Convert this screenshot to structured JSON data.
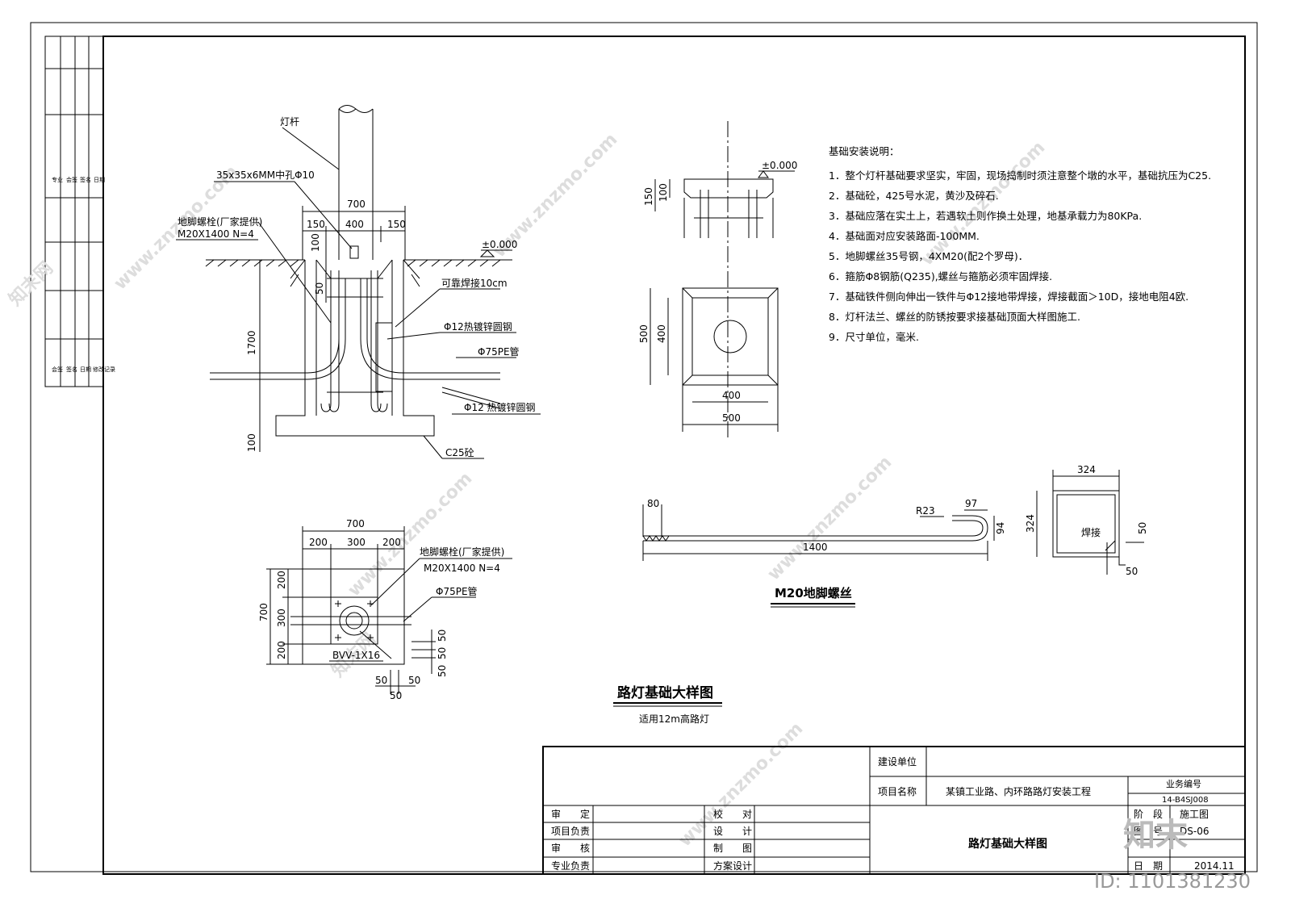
{
  "elevation": {
    "pole_label": "灯杆",
    "plate_label": "35x35x6MM中孔Φ10",
    "bolt_label": "地脚螺栓(厂家提供)",
    "bolt_spec": "M20X1400   N=4",
    "weld_label": "可靠焊接10cm",
    "steel12_label": "Φ12热镀锌圆钢",
    "pipe_label": "Φ75PE管",
    "steel12b_label": "Φ12 热镀锌圆钢",
    "concrete_label": "C25砼",
    "level_label": "±0.000",
    "dims": {
      "d700": "700",
      "d150a": "150",
      "d400": "400",
      "d150b": "150",
      "d100": "100",
      "d50": "50",
      "d1700": "1700",
      "d100b": "100"
    }
  },
  "plan": {
    "bolt_label": "地脚螺栓(厂家提供)",
    "bolt_spec": "M20X1400   N=4",
    "pipe_label": "Φ75PE管",
    "cable_label": "BVV-1X16",
    "dims": {
      "top": "700",
      "a": "200",
      "b": "300",
      "c": "200",
      "left": "700",
      "la": "200",
      "lb": "300",
      "lc": "200",
      "r1": "50",
      "r2": "50",
      "r3": "50",
      "b1": "50",
      "b2": "50",
      "b3": "50"
    }
  },
  "title_main": "路灯基础大样图",
  "title_sub": "适用12m高路灯",
  "pier": {
    "level_label": "±0.000",
    "dims": {
      "h150": "150",
      "h100": "100",
      "v500": "500",
      "v400": "400",
      "w400": "400",
      "w500": "500"
    }
  },
  "bolt_detail": {
    "title": "M20地脚螺丝",
    "dims": {
      "d80": "80",
      "r23": "R23",
      "d97": "97",
      "d94": "94",
      "d1400": "1400",
      "w324": "324",
      "h324": "324",
      "weld": "焊接",
      "d50a": "50",
      "d50b": "50"
    }
  },
  "notes": {
    "heading": "基础安装说明：",
    "items": [
      "1．整个灯杆基础要求坚实，牢固，现场捣制时须注意整个墩的水平，基础抗压为C25.",
      "2．基础砼，425号水泥，黄沙及碎石.",
      "3．基础应落在实土上，若遇软土则作换土处理，地基承载力为80KPa.",
      "4．基础面对应安装路面-100MM.",
      "5．地脚螺丝35号钢，4XM20(配2个罗母)．",
      "6．箍筋Φ8钢筋(Q235),螺丝与箍筋必须牢固焊接.",
      "7．基础铁件侧向伸出一铁件与Φ12接地带焊接，焊接截面＞10D，接地电阻4欧.",
      "8．灯杆法兰、螺丝的防锈按要求接基础顶面大样图施工.",
      "9．尺寸单位，毫米."
    ]
  },
  "side_strip": {
    "top_chars": [
      "专业",
      "会签",
      "签名",
      "日期"
    ],
    "bottom_chars": [
      "会签",
      "签名",
      "日期",
      "修改记录"
    ]
  },
  "title_block": {
    "client_label": "建设单位",
    "client_value": "",
    "project_label": "项目名称",
    "project_value": "某镇工业路、内环路路灯安装工程",
    "job_no_label": "业务编号",
    "job_no_value": "14-B4SJ008",
    "drawing_title": "路灯基础大样图",
    "rows": [
      {
        "l": "审　　定",
        "m": "校　　对"
      },
      {
        "l": "项目负责",
        "m": "设　　计"
      },
      {
        "l": "审　　核",
        "m": "制　　图"
      },
      {
        "l": "专业负责",
        "m": "方案设计"
      }
    ],
    "phase_label": "阶　段",
    "phase_value": "施工图",
    "sheet_label": "图　号",
    "sheet_value": "DS-06",
    "date_label": "日　期",
    "date_value": "2014.11"
  },
  "watermark": {
    "url": "www.znzmo.com",
    "brand": "知末网",
    "corner_logo": "知末",
    "id_text": "ID: 1101381230"
  }
}
